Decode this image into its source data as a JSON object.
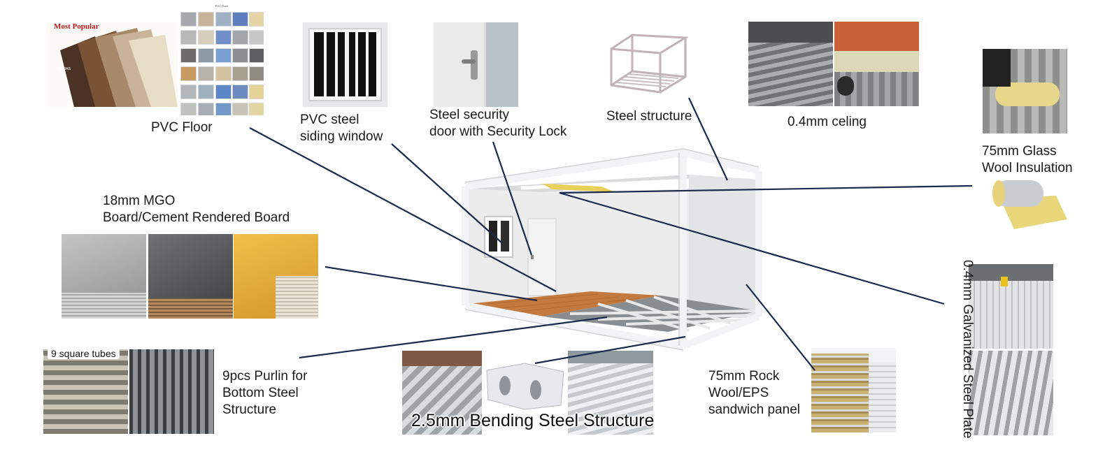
{
  "labels": {
    "pvc_floor": "PVC Floor",
    "pvc_window": "PVC steel\nsiding window",
    "security_door": "Steel security\ndoor with Security Lock",
    "steel_structure": "Steel structure",
    "ceiling": "0.4mm celing",
    "glass_wool": "75mm Glass\nWool Insulation",
    "mgo_board": "18mm MGO\nBoard/Cement Rendered Board",
    "galvanized_plate": "0.4mm Galvanized Steel Plate",
    "purlin": "9pcs Purlin for\nBottom Steel\nStructure",
    "bending_structure": "2.5mm Bending Steel Structure",
    "rock_wool": "75mm Rock\nWool/EPS\nsandwich panel"
  },
  "photo_text": {
    "most_popular": "Most Popular",
    "pvc_sample_title": "PVC Floor",
    "square_tubes": "9 square tubes"
  },
  "colors": {
    "leader_line": "#1b2b4e",
    "frame_white": "#f2f3f5",
    "floor_wood": "#c47a3e",
    "insulation_yellow": "#e8cf55"
  }
}
